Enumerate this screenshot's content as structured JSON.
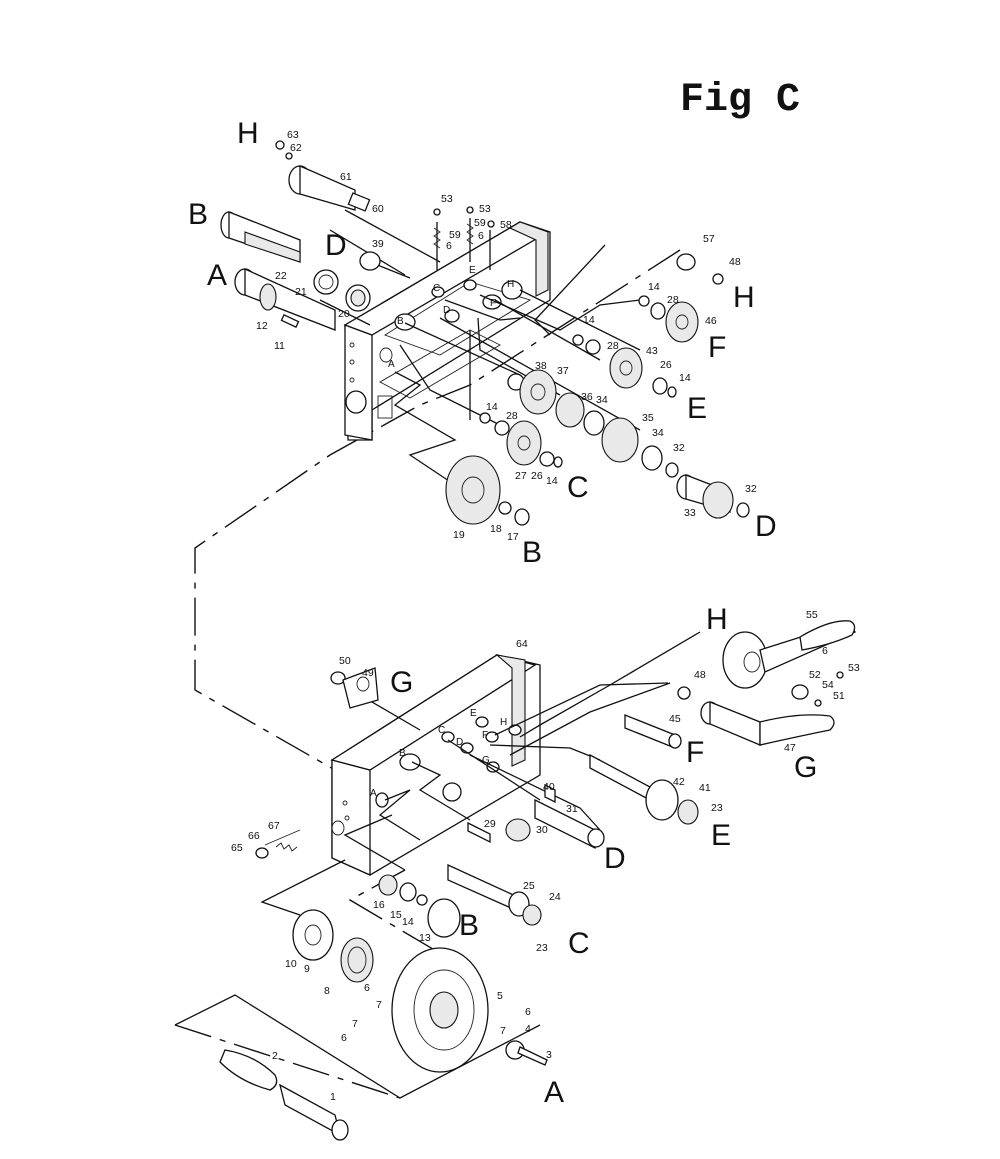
{
  "title": "Fig C",
  "callout_letters": {
    "top_H": "H",
    "top_B": "B",
    "top_A": "A",
    "top_D": "D",
    "top_H_right": "H",
    "top_F": "F",
    "top_E": "E",
    "top_C": "C",
    "top_D_right": "D",
    "top_B_bottom": "B",
    "bot_G": "G",
    "bot_H": "H",
    "bot_F": "F",
    "bot_G_right": "G",
    "bot_E": "E",
    "bot_D": "D",
    "bot_B": "B",
    "bot_C": "C",
    "bot_A": "A"
  },
  "housing_letters": {
    "top_C": "C",
    "top_E": "E",
    "top_H": "H",
    "top_F": "F",
    "top_D": "D",
    "top_B": "B",
    "top_A": "A",
    "bot_E": "E",
    "bot_H": "H",
    "bot_C": "C",
    "bot_F": "F",
    "bot_D": "D",
    "bot_B": "B",
    "bot_G": "G",
    "bot_A": "A"
  },
  "part_numbers": {
    "p63": "63",
    "p62": "62",
    "p61": "61",
    "p60": "60",
    "p53a": "53",
    "p53b": "53",
    "p59a": "59",
    "p59b": "59",
    "p58": "58",
    "p6a": "6",
    "p6b": "6",
    "p39": "39",
    "p22": "22",
    "p21": "21",
    "p20": "20",
    "p12": "12",
    "p11": "11",
    "p57": "57",
    "p48a": "48",
    "p14a": "14",
    "p28a": "28",
    "p46": "46",
    "p14b": "14",
    "p28b": "28",
    "p43": "43",
    "p26a": "26",
    "p14c": "14",
    "p38": "38",
    "p37": "37",
    "p36": "36",
    "p34a": "34",
    "p35": "35",
    "p34b": "34",
    "p32a": "32",
    "p14d": "14",
    "p28c": "28",
    "p27": "27",
    "p26b": "26",
    "p14e": "14",
    "p32b": "32",
    "p33": "33",
    "p19": "19",
    "p18": "18",
    "p17": "17",
    "p50": "50",
    "p49": "49",
    "p64": "64",
    "p55": "55",
    "p6c": "6",
    "p53c": "53",
    "p52": "52",
    "p54": "54",
    "p51": "51",
    "p48b": "48",
    "p45": "45",
    "p47": "47",
    "p40": "40",
    "p42": "42",
    "p41": "41",
    "p23a": "23",
    "p31": "31",
    "p29": "29",
    "p30": "30",
    "p67": "67",
    "p66": "66",
    "p65": "65",
    "p16": "16",
    "p15": "15",
    "p14f": "14",
    "p13": "13",
    "p25": "25",
    "p24": "24",
    "p23b": "23",
    "p10": "10",
    "p9": "9",
    "p8": "8",
    "p6d": "6",
    "p7a": "7",
    "p5": "5",
    "p6e": "6",
    "p7b": "7",
    "p4": "4",
    "p7c": "7",
    "p6f": "6",
    "p3": "3",
    "p2": "2",
    "p1": "1"
  }
}
